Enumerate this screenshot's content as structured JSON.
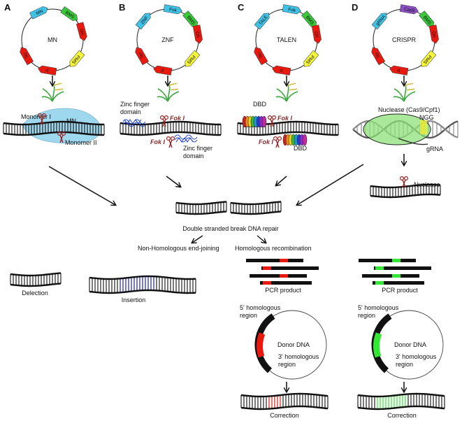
{
  "panels": [
    {
      "letter": "A",
      "center": "MN",
      "segments": [
        "MN",
        "BMS",
        "Ori",
        "PMS",
        "P",
        "Ter"
      ]
    },
    {
      "letter": "B",
      "center": "ZNF",
      "segments": [
        "ZNF",
        "Fok",
        "BMS",
        "Ori",
        "PMS",
        "P",
        "Ter"
      ]
    },
    {
      "letter": "C",
      "center": "TALEN",
      "segments": [
        "TALE",
        "Fok",
        "BMS",
        "Ori",
        "PMS",
        "P",
        "Ter"
      ]
    },
    {
      "letter": "D",
      "center": "CRISPR",
      "segments": [
        "gRNA",
        "Cas9",
        "BMS",
        "Ori",
        "PMS",
        "P",
        "Ter"
      ]
    }
  ],
  "panelA": {
    "monomer1": "Monomer I",
    "mn": "MN",
    "monomer2": "Monomer II"
  },
  "panelB": {
    "zf_top": "Zinc finger\ndomain",
    "zf_top_l1": "Zinc finger",
    "zf_top_l2": "domain",
    "fok1": "Fok I",
    "fok2": "Fok I",
    "zf_bot_l1": "Zinc finger",
    "zf_bot_l2": "domain"
  },
  "panelC": {
    "dbd1": "DBD",
    "fok1": "Fok I",
    "fok2": "Fok I",
    "dbd2": "DBD"
  },
  "panelD": {
    "nuclease": "Nuclease (Cas9/Cpf1)",
    "ngg": "NGG",
    "grna": "gRNA",
    "nuclease2": "Nuclease"
  },
  "flow": {
    "dsb": "Double stranded break DNA repair",
    "nhej": "Non-Homologous end-joining",
    "hr": "Homologous recombination",
    "deletion": "Delection",
    "insertion": "Insertion",
    "pcr1": "PCR product",
    "pcr2": "PCR product",
    "donor_l5a": "5' homologous",
    "donor_l5b": "region",
    "donor_center": "Donor DNA",
    "donor_l3a": "3' homologous",
    "donor_l3b": "region",
    "correction1": "Correction",
    "correction2": "Correction"
  },
  "colors": {
    "red": "#e8190f",
    "yellow": "#f5f53a",
    "green": "#38c83a",
    "cyan": "#3fc2e6",
    "purple": "#8a4fc2",
    "brightgreen": "#33e833",
    "blue": "#1a1ad0",
    "mnblue": "#9ed8ee"
  }
}
